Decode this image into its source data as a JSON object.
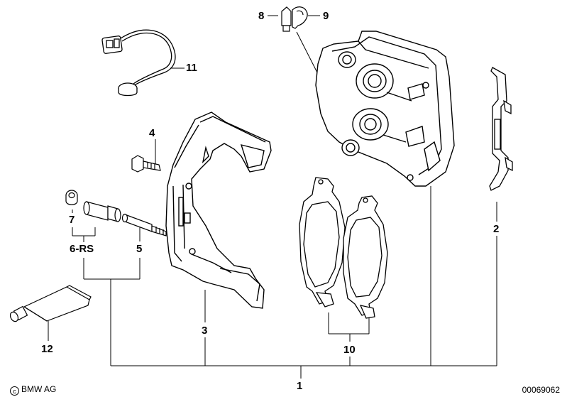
{
  "diagram": {
    "callouts": [
      {
        "id": "part-1",
        "label": "1"
      },
      {
        "id": "part-2",
        "label": "2"
      },
      {
        "id": "part-3",
        "label": "3"
      },
      {
        "id": "part-4",
        "label": "4"
      },
      {
        "id": "part-5",
        "label": "5"
      },
      {
        "id": "part-6-rs",
        "label": "6-RS"
      },
      {
        "id": "part-7",
        "label": "7"
      },
      {
        "id": "part-8",
        "label": "8"
      },
      {
        "id": "part-9",
        "label": "9"
      },
      {
        "id": "part-10",
        "label": "10"
      },
      {
        "id": "part-11",
        "label": "11"
      },
      {
        "id": "part-12",
        "label": "12"
      }
    ],
    "copyright": "BMW AG",
    "copyright_symbol": "c",
    "document_number": "00069062"
  }
}
